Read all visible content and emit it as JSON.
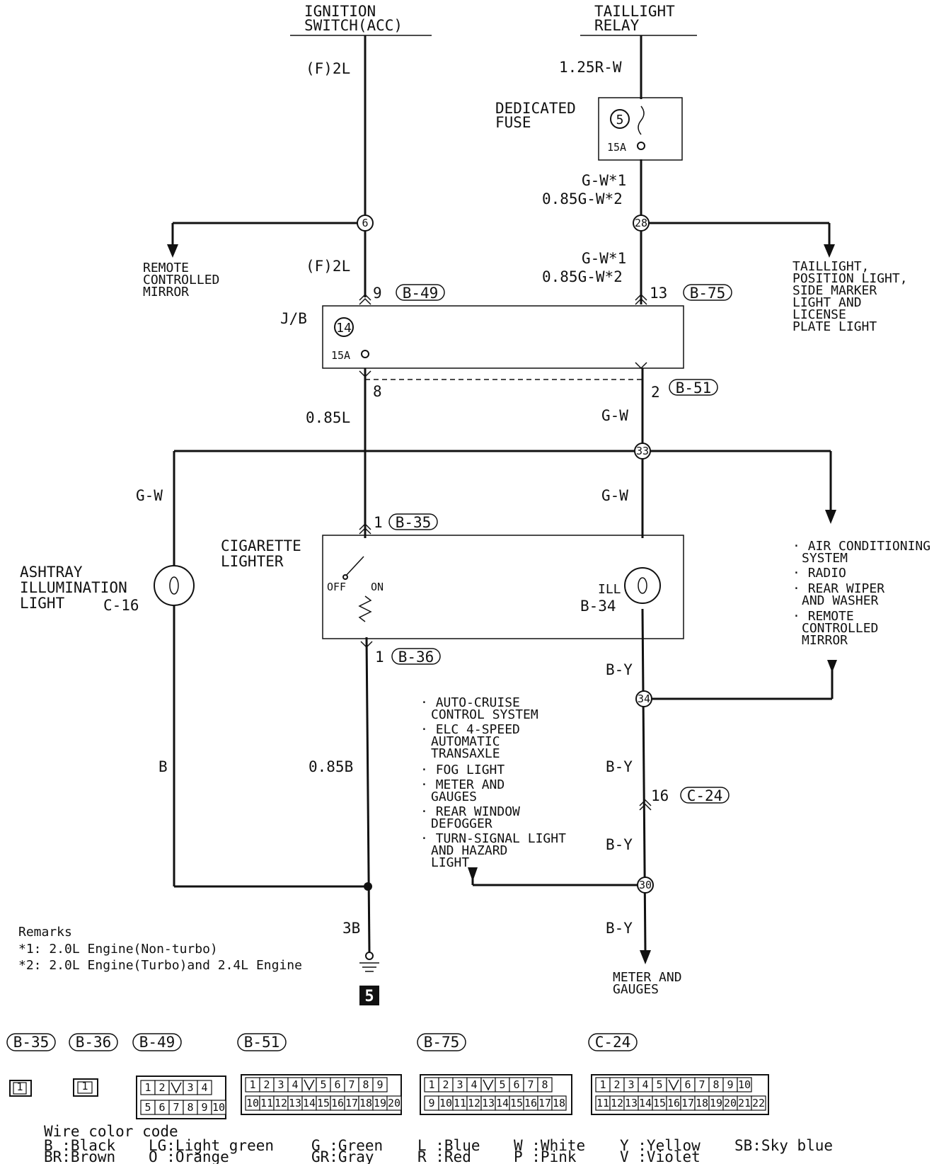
{
  "sources": {
    "ignition_switch": [
      "IGNITION",
      "SWITCH(ACC)"
    ],
    "taillight_relay": [
      "TAILLIGHT",
      "RELAY"
    ]
  },
  "fuses": {
    "dedicated_label": [
      "DEDICATED",
      "FUSE"
    ],
    "dedicated_number": "5",
    "dedicated_rating": "15A",
    "jb_label": "J/B",
    "jb_number": "14",
    "jb_rating": "15A"
  },
  "wires": {
    "f2l_top": "(F)2L",
    "f2l_mid": "(F)2L",
    "r_w": "1.25R-W",
    "gw_star1_a": "G-W*1",
    "gw_star2_a": "0.85G-W*2",
    "gw_star1_b": "G-W*1",
    "gw_star2_b": "0.85G-W*2",
    "l085": "0.85L",
    "gw_right_top": "G-W",
    "gw_left": "G-W",
    "gw_right_mid": "G-W",
    "b_left": "B",
    "b085": "0.85B",
    "by_1": "B-Y",
    "by_2": "B-Y",
    "by_3": "B-Y",
    "by_4": "B-Y",
    "b3": "3B"
  },
  "splices": [
    "6",
    "28",
    "33",
    "34",
    "30"
  ],
  "pins": {
    "b49_pin": "9",
    "b49": "B-49",
    "b75_pin": "13",
    "b75": "B-75",
    "jb_out_left": "8",
    "b51_pin": "2",
    "b51": "B-51",
    "b35_pin": "1",
    "b35": "B-35",
    "b36_pin": "1",
    "b36": "B-36",
    "c24_pin": "16",
    "c24": "C-24"
  },
  "destinations": {
    "remote_mirror": [
      "REMOTE",
      "CONTROLLED",
      "MIRROR"
    ],
    "taillight": [
      "TAILLIGHT,",
      "POSITION LIGHT,",
      "SIDE MARKER",
      "LIGHT AND",
      "LICENSE",
      "PLATE LIGHT"
    ],
    "ill_list": [
      "AIR CONDITIONING",
      "SYSTEM",
      "RADIO",
      "REAR WIPER",
      "AND WASHER",
      "REMOTE",
      "CONTROLLED",
      "MIRROR"
    ],
    "ground_list": [
      "AUTO-CRUISE",
      "CONTROL SYSTEM",
      "ELC 4-SPEED",
      "AUTOMATIC",
      "TRANSAXLE",
      "FOG LIGHT",
      "METER AND",
      "GAUGES",
      "REAR WINDOW",
      "DEFOGGER",
      "TURN-SIGNAL LIGHT",
      "AND HAZARD",
      "LIGHT"
    ],
    "meter": [
      "METER AND",
      "GAUGES"
    ]
  },
  "components": {
    "ashtray": [
      "ASHTRAY",
      "ILLUMINATION",
      "LIGHT"
    ],
    "ashtray_conn": "C-16",
    "cigarette": [
      "CIGARETTE",
      "LIGHTER"
    ],
    "off": "OFF",
    "on": "ON",
    "ill": "ILL",
    "ill_conn": "B-34"
  },
  "ground": {
    "number": "5"
  },
  "remarks": {
    "title": "Remarks",
    "r1": "*1: 2.0L Engine(Non-turbo)",
    "r2": "*2: 2.0L Engine(Turbo)and 2.4L Engine"
  },
  "connector_views": {
    "b35": {
      "label": "B-35",
      "cells": [
        "1"
      ]
    },
    "b36": {
      "label": "B-36",
      "cells": [
        "1"
      ]
    },
    "b49": {
      "label": "B-49",
      "row1": [
        "1",
        "2",
        "",
        "3",
        "4"
      ],
      "row2": [
        "5",
        "6",
        "7",
        "8",
        "9",
        "10"
      ]
    },
    "b51": {
      "label": "B-51",
      "row1": [
        "1",
        "2",
        "3",
        "4",
        "",
        "5",
        "6",
        "7",
        "8",
        "9"
      ],
      "row2": [
        "10",
        "11",
        "12",
        "13",
        "14",
        "15",
        "16",
        "17",
        "18",
        "19",
        "20"
      ]
    },
    "b75": {
      "label": "B-75",
      "row1": [
        "1",
        "2",
        "3",
        "4",
        "",
        "5",
        "6",
        "7",
        "8"
      ],
      "row2": [
        "9",
        "10",
        "11",
        "12",
        "13",
        "14",
        "15",
        "16",
        "17",
        "18"
      ]
    },
    "c24": {
      "label": "C-24",
      "row1": [
        "1",
        "2",
        "3",
        "4",
        "5",
        "",
        "6",
        "7",
        "8",
        "9",
        "10"
      ],
      "row2": [
        "11",
        "12",
        "13",
        "14",
        "15",
        "16",
        "17",
        "18",
        "19",
        "20",
        "21",
        "22"
      ]
    }
  },
  "color_code": {
    "title": "Wire color code",
    "entries": [
      "B :Black",
      "BR:Brown",
      "LG:Light green",
      "O :Orange",
      "G :Green",
      "GR:Gray",
      "L :Blue",
      "R :Red",
      "W :White",
      "P :Pink",
      "Y :Yellow",
      "V :Violet",
      "SB:Sky blue"
    ]
  }
}
